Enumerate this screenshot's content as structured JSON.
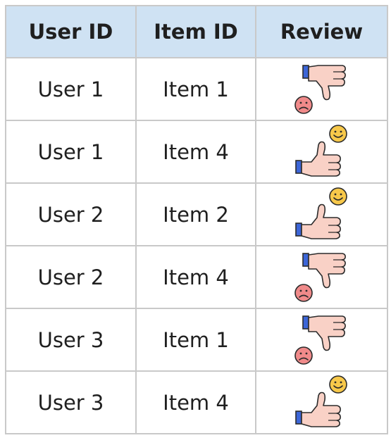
{
  "table": {
    "headers": [
      "User ID",
      "Item ID",
      "Review"
    ],
    "rows": [
      {
        "user": "User 1",
        "item": "Item 1",
        "review": "thumbs-down"
      },
      {
        "user": "User 1",
        "item": "Item 4",
        "review": "thumbs-up"
      },
      {
        "user": "User 2",
        "item": "Item 2",
        "review": "thumbs-up"
      },
      {
        "user": "User 2",
        "item": "Item 4",
        "review": "thumbs-down"
      },
      {
        "user": "User 3",
        "item": "Item 1",
        "review": "thumbs-down"
      },
      {
        "user": "User 3",
        "item": "Item 4",
        "review": "thumbs-up"
      }
    ]
  },
  "colors": {
    "header_bg": "#cfe2f3",
    "border": "#c9c9c9",
    "hand": "#f9d1c6",
    "sleeve": "#3c66d8",
    "happy_face": "#f7c84a",
    "sad_face": "#f08a8a"
  }
}
